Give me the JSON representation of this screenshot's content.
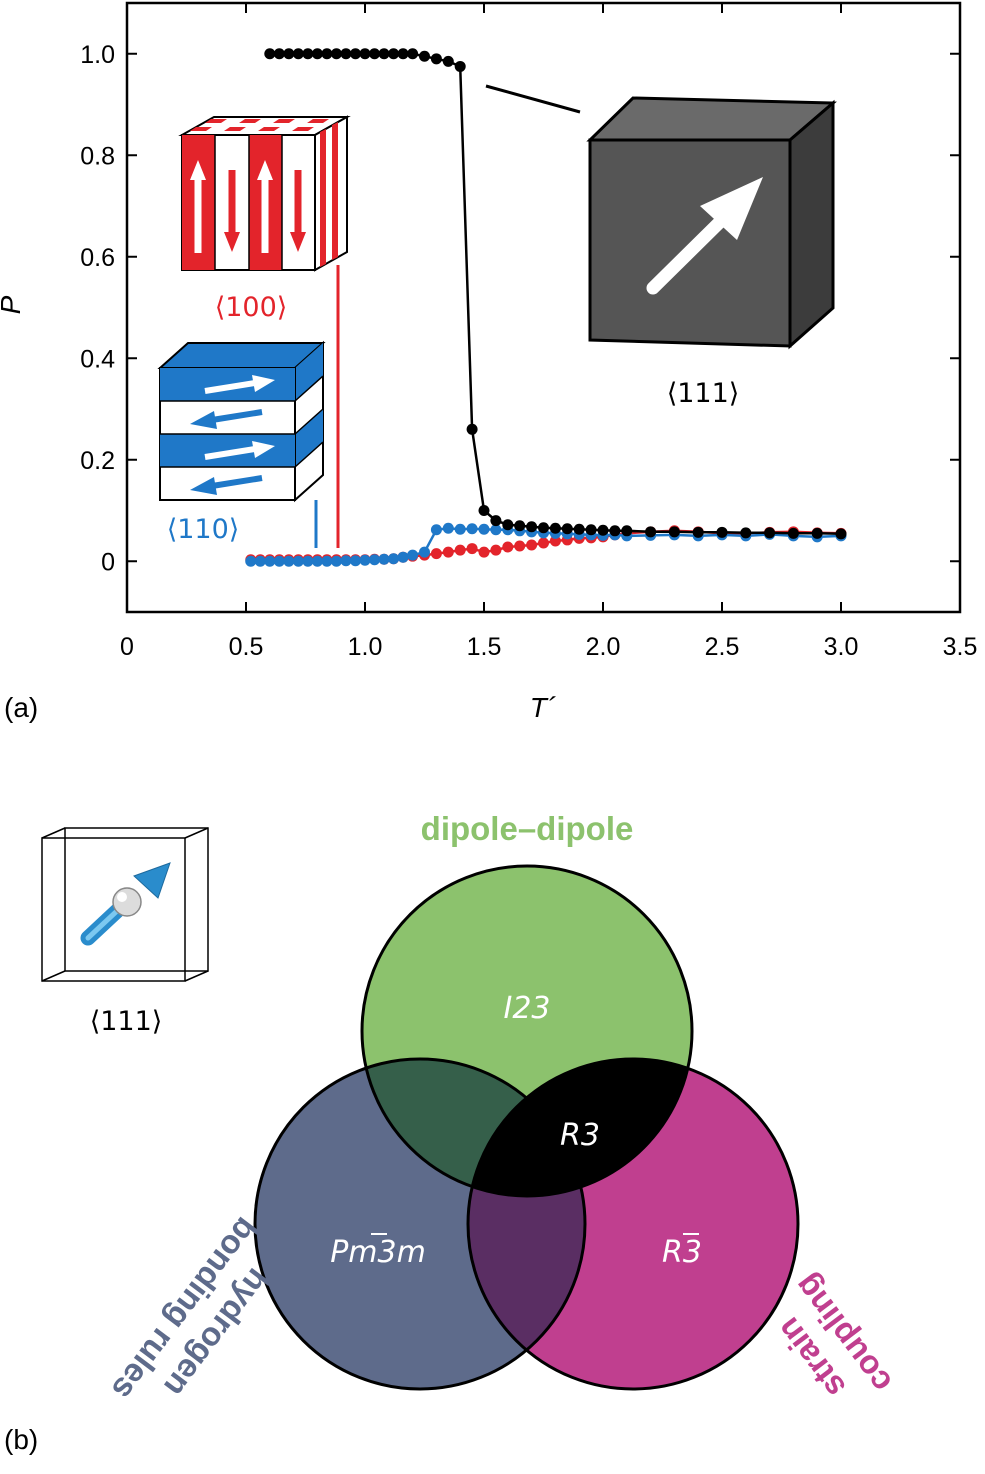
{
  "panels": {
    "a": "(a)",
    "b": "(b)"
  },
  "chart_data": {
    "type": "line",
    "xlabel": "T´",
    "ylabel": "P",
    "xlim": [
      0,
      3.5
    ],
    "ylim": [
      -0.1,
      1.1
    ],
    "xticks": [
      "0",
      "0.5",
      "1.0",
      "1.5",
      "2.0",
      "2.5",
      "3.0",
      "3.5"
    ],
    "yticks": [
      "0",
      "0.2",
      "0.4",
      "0.6",
      "0.8",
      "1.0"
    ],
    "grid": false,
    "series": [
      {
        "name": "⟨100⟩",
        "color": "#e3242b",
        "x": [
          0.52,
          0.56,
          0.6,
          0.64,
          0.68,
          0.72,
          0.76,
          0.8,
          0.84,
          0.88,
          0.92,
          0.96,
          1.0,
          1.04,
          1.08,
          1.12,
          1.16,
          1.2,
          1.25,
          1.3,
          1.35,
          1.4,
          1.45,
          1.5,
          1.55,
          1.6,
          1.65,
          1.7,
          1.75,
          1.8,
          1.85,
          1.9,
          1.95,
          2.0,
          2.05,
          2.1,
          2.2,
          2.3,
          2.4,
          2.5,
          2.6,
          2.7,
          2.8,
          2.9,
          3.0
        ],
        "y": [
          0.003,
          0.003,
          0.003,
          0.003,
          0.003,
          0.003,
          0.003,
          0.003,
          0.003,
          0.003,
          0.003,
          0.003,
          0.003,
          0.004,
          0.004,
          0.005,
          0.008,
          0.01,
          0.012,
          0.015,
          0.018,
          0.022,
          0.025,
          0.018,
          0.022,
          0.028,
          0.03,
          0.032,
          0.036,
          0.04,
          0.042,
          0.045,
          0.046,
          0.048,
          0.052,
          0.055,
          0.058,
          0.06,
          0.058,
          0.055,
          0.055,
          0.057,
          0.058,
          0.056,
          0.055
        ]
      },
      {
        "name": "⟨110⟩",
        "color": "#1f78c8",
        "x": [
          0.52,
          0.56,
          0.6,
          0.64,
          0.68,
          0.72,
          0.76,
          0.8,
          0.84,
          0.88,
          0.92,
          0.96,
          1.0,
          1.04,
          1.08,
          1.12,
          1.16,
          1.2,
          1.25,
          1.3,
          1.35,
          1.4,
          1.45,
          1.5,
          1.55,
          1.6,
          1.65,
          1.7,
          1.75,
          1.8,
          1.85,
          1.9,
          1.95,
          2.0,
          2.05,
          2.1,
          2.2,
          2.3,
          2.4,
          2.5,
          2.6,
          2.7,
          2.8,
          2.9,
          3.0
        ],
        "y": [
          0.0,
          0.0,
          0.0,
          0.0,
          0.0,
          0.0,
          0.0,
          0.0,
          0.0,
          0.0,
          0.001,
          0.001,
          0.002,
          0.003,
          0.004,
          0.005,
          0.008,
          0.012,
          0.018,
          0.062,
          0.065,
          0.063,
          0.064,
          0.063,
          0.062,
          0.062,
          0.06,
          0.058,
          0.056,
          0.055,
          0.054,
          0.053,
          0.052,
          0.051,
          0.052,
          0.05,
          0.051,
          0.052,
          0.05,
          0.052,
          0.05,
          0.053,
          0.05,
          0.048,
          0.05
        ]
      },
      {
        "name": "⟨111⟩",
        "color": "#000000",
        "x": [
          0.6,
          0.64,
          0.68,
          0.72,
          0.76,
          0.8,
          0.84,
          0.88,
          0.92,
          0.96,
          1.0,
          1.04,
          1.08,
          1.12,
          1.16,
          1.2,
          1.25,
          1.3,
          1.35,
          1.4,
          1.45,
          1.5,
          1.55,
          1.6,
          1.65,
          1.7,
          1.75,
          1.8,
          1.85,
          1.9,
          1.95,
          2.0,
          2.05,
          2.1,
          2.2,
          2.3,
          2.4,
          2.5,
          2.6,
          2.7,
          2.8,
          2.9,
          3.0
        ],
        "y": [
          1.0,
          1.0,
          1.0,
          1.0,
          1.0,
          1.0,
          1.0,
          1.0,
          1.0,
          1.0,
          1.0,
          1.0,
          1.0,
          1.0,
          1.0,
          1.0,
          0.995,
          0.99,
          0.985,
          0.975,
          0.26,
          0.1,
          0.08,
          0.072,
          0.07,
          0.068,
          0.066,
          0.065,
          0.064,
          0.063,
          0.062,
          0.061,
          0.06,
          0.06,
          0.058,
          0.058,
          0.057,
          0.057,
          0.056,
          0.056,
          0.055,
          0.055,
          0.054
        ]
      }
    ],
    "inset_labels": {
      "a100": "⟨100⟩",
      "a110": "⟨110⟩",
      "a111": "⟨111⟩"
    }
  },
  "venn": {
    "title_top": "dipole–dipole",
    "title_left_line1": "hydrogen",
    "title_left_line2": "bonding rules",
    "title_right_line1": "strain",
    "title_right_line2": "coupling",
    "label_top": "I23",
    "label_center": "R3",
    "label_left": "Pm3m",
    "label_right": "R3",
    "legend_label": "⟨111⟩",
    "colors": {
      "green": "#8cc26d",
      "slate": "#5e6b8b",
      "magenta": "#c03f8f",
      "green_slate": "#355f4a",
      "slate_magenta": "#5a2e63",
      "center": "#000000"
    }
  }
}
